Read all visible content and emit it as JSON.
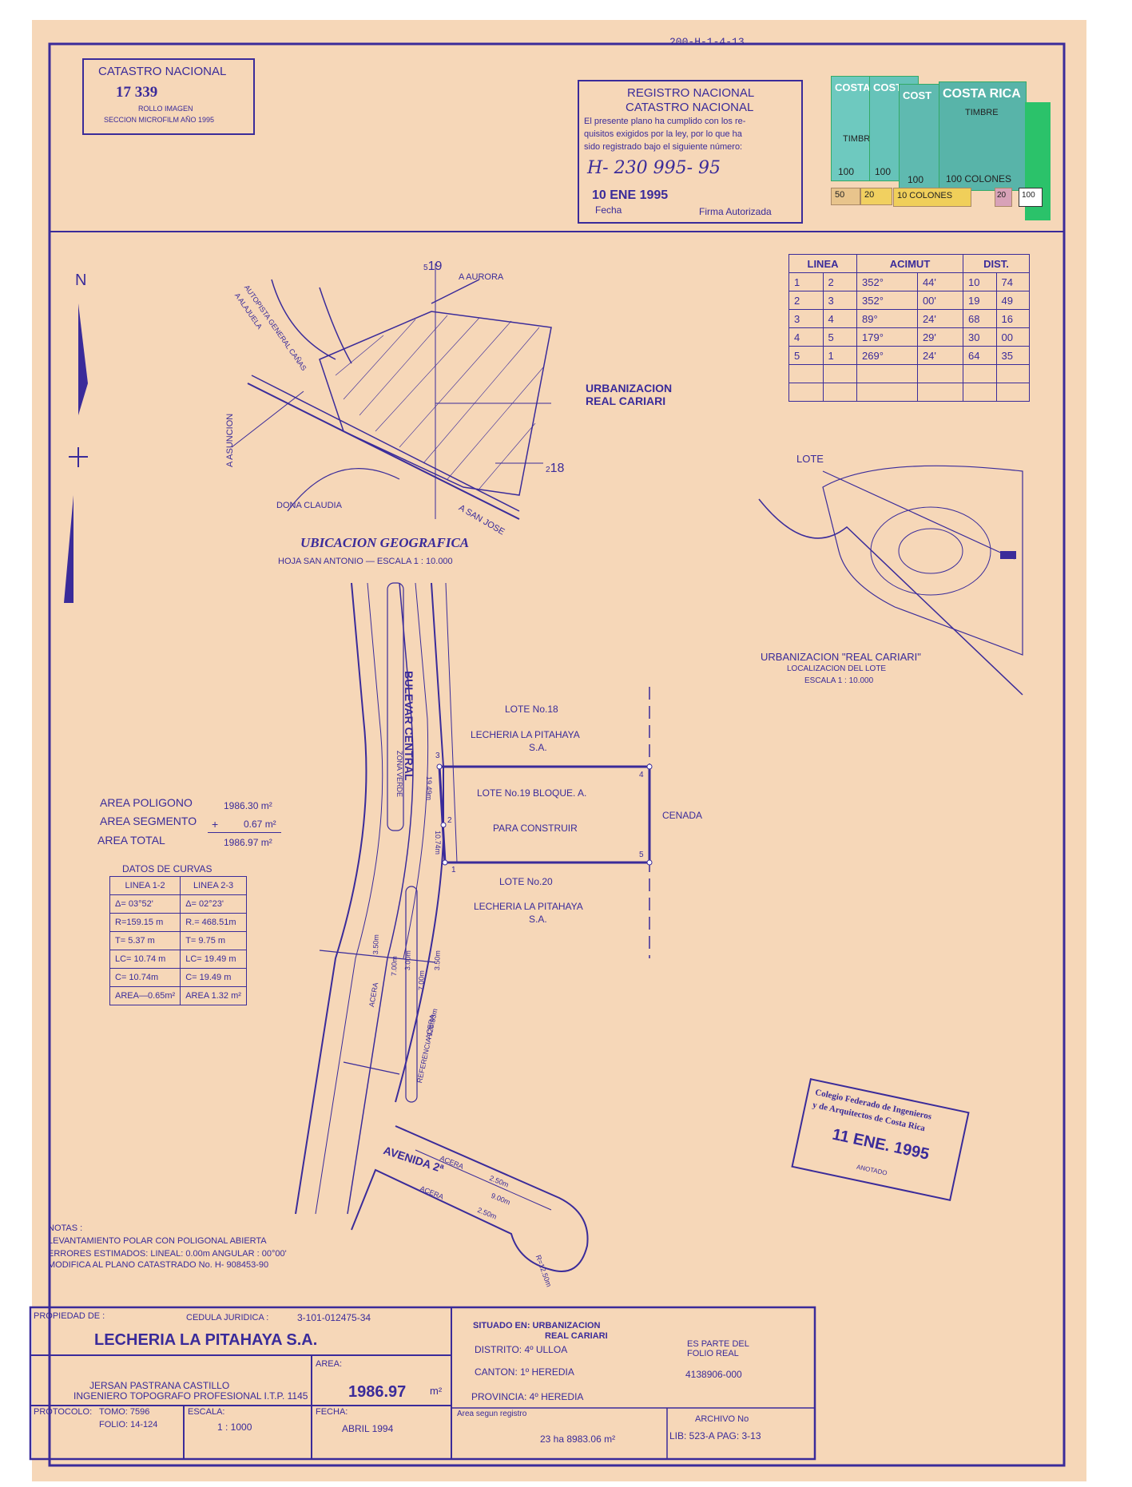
{
  "ref_code": "200-H-1-4-13",
  "catastro_box": {
    "title": "CATASTRO NACIONAL",
    "number": "17   339",
    "line1": "ROLLO IMAGEN",
    "line2": "SECCION MICROFILM AÑO 1995"
  },
  "registro": {
    "title1": "REGISTRO NACIONAL",
    "title2": "CATASTRO NACIONAL",
    "text1": "El presente plano ha cumplido con los re-",
    "text2": "quisitos exigidos por la ley, por lo que ha",
    "text3": "sido registrado bajo el siguiente número:",
    "plano_number": "H- 230 995- 95",
    "date_stamp": "10 ENE 1995",
    "fecha_label": "Fecha",
    "firma_label": "Firma Autorizada"
  },
  "stamps": {
    "brand": "COSTA RICA",
    "brand_short": "COST",
    "timbre": "TIMBRE",
    "v100": "100",
    "v100c": "100 COLONES",
    "v50": "50",
    "v20": "20",
    "v10c": "10 COLONES",
    "v20b": "20",
    "v100b": "100"
  },
  "north": "N",
  "location_map": {
    "aurora": "A AURORA",
    "asuncion": "A ASUNCION",
    "autopista1": "A ALAJUELA",
    "autopista2": "AUTOPISTA GENERAL CAÑAS",
    "dona": "DONA CLAUDIA",
    "sanjose": "A SAN JOSE",
    "n19": "19",
    "n19s": "5",
    "n18": "18",
    "n18s": "2",
    "urbanizacion1": "URBANIZACION",
    "urbanizacion2": "REAL CARIARI",
    "title": "UBICACION   GEOGRAFICA",
    "subtitle": "HOJA SAN ANTONIO   —   ESCALA  1 : 10.000"
  },
  "survey_table": {
    "headers": [
      "LINEA",
      "ACIMUT",
      "DIST."
    ],
    "rows": [
      [
        "1",
        "2",
        "352°",
        "44'",
        "10",
        "74"
      ],
      [
        "2",
        "3",
        "352°",
        "00'",
        "19",
        "49"
      ],
      [
        "3",
        "4",
        "89°",
        "24'",
        "68",
        "16"
      ],
      [
        "4",
        "5",
        "179°",
        "29'",
        "30",
        "00"
      ],
      [
        "5",
        "1",
        "269°",
        "24'",
        "64",
        "35"
      ]
    ]
  },
  "lote_map": {
    "lote": "LOTE",
    "title": "URBANIZACION   \"REAL CARIARI\"",
    "sub1": "LOCALIZACION   DEL   LOTE",
    "sub2": "ESCALA 1 : 10.000"
  },
  "plan": {
    "bulevar": "BULEVAR   CENTRAL",
    "zona": "ZONA VERDE",
    "lote18": "LOTE No.18",
    "lecheria1": "LECHERIA LA PITAHAYA",
    "sa1": "S.A.",
    "lote19": "LOTE No.19   BLOQUE. A.",
    "construir": "PARA   CONSTRUIR",
    "cenada": "CENADA",
    "lote20": "LOTE No.20",
    "lecheria2": "LECHERIA LA PITAHAYA",
    "sa2": "S.A.",
    "p1": "1",
    "p2": "2",
    "p3": "3",
    "p4": "4",
    "p5": "5",
    "d1949": "19.49m",
    "d1074": "10.74m",
    "acera1": "ACERA",
    "acera2": "ACERA",
    "acera3": "ACERA",
    "acera4": "ACERA",
    "referencia": "REFERENCIA 128.83m",
    "w350a": "3.50m",
    "w700": "7.00m",
    "w300": "3.00m",
    "w700b": "7.00m",
    "w350b": "3.50m",
    "avenida": "AVENIDA 2ª",
    "w250": "2.50m",
    "w900": "9.00m",
    "w250b": "2.50m",
    "r": "R=12.50m"
  },
  "areas": {
    "poligono_label": "AREA POLIGONO",
    "poligono_val": "1986.30 m²",
    "segmento_label": "AREA SEGMENTO",
    "plus": "+",
    "segmento_val": "0.67 m²",
    "total_label": "AREA TOTAL",
    "total_val": "1986.97 m²"
  },
  "curvas": {
    "title": "DATOS  DE CURVAS",
    "headers": [
      "LINEA 1-2",
      "LINEA 2-3"
    ],
    "rows": [
      [
        "Δ= 03°52'",
        "Δ= 02°23'"
      ],
      [
        "R=159.15 m",
        "R.= 468.51m"
      ],
      [
        "T= 5.37 m",
        "T= 9.75 m"
      ],
      [
        "LC= 10.74 m",
        "LC= 19.49 m"
      ],
      [
        "C= 10.74m",
        "C= 19.49 m"
      ],
      [
        "AREA—0.65m²",
        "AREA 1.32 m²"
      ]
    ]
  },
  "colegio": {
    "line1": "Colegio Federado de Ingenieros",
    "line2": "y de Arquitectos de Costa Rica",
    "date": "11 ENE. 1995",
    "sello": "ANOTADO"
  },
  "notas": {
    "title": "NOTAS :",
    "l1": "LEVANTAMIENTO POLAR CON POLIGONAL ABIERTA",
    "l2": "ERRORES ESTIMADOS: LINEAL: 0.00m ANGULAR : 00°00'",
    "l3": "MODIFICA AL PLANO CATASTRADO No. H- 908453-90"
  },
  "title_block": {
    "propiedad_label": "PROPIEDAD DE :",
    "cedula_label": "CEDULA JURIDICA :",
    "cedula": "3-101-012475-34",
    "owner": "LECHERIA LA PITAHAYA  S.A.",
    "engineer1": "JERSAN PASTRANA CASTILLO",
    "engineer2": "INGENIERO TOPOGRAFO PROFESIONAL I.T.P. 1145",
    "area_label": "AREA:",
    "area_val": "1986.97",
    "area_unit": "m²",
    "protocolo_label": "PROTOCOLO:",
    "tomo": "TOMO: 7596",
    "folio": "FOLIO: 14-124",
    "escala_label": "ESCALA:",
    "escala": "1 : 1000",
    "fecha_label": "FECHA:",
    "fecha": "ABRIL  1994",
    "situado_label": "SITUADO EN: URBANIZACION",
    "situado2": "REAL CARIARI",
    "distrito": "DISTRITO: 4º ULLOA",
    "canton": "CANTON: 1º HEREDIA",
    "provincia": "PROVINCIA: 4º HEREDIA",
    "es_parte1": "ES PARTE DEL",
    "es_parte2": "FOLIO REAL",
    "folio_real": "4138906-000",
    "area_registro_label": "Area segun registro",
    "area_registro": "23 ha  8983.06 m²",
    "archivo_label": "ARCHIVO No",
    "archivo": "LIB: 523-A  PAG: 3-13"
  }
}
